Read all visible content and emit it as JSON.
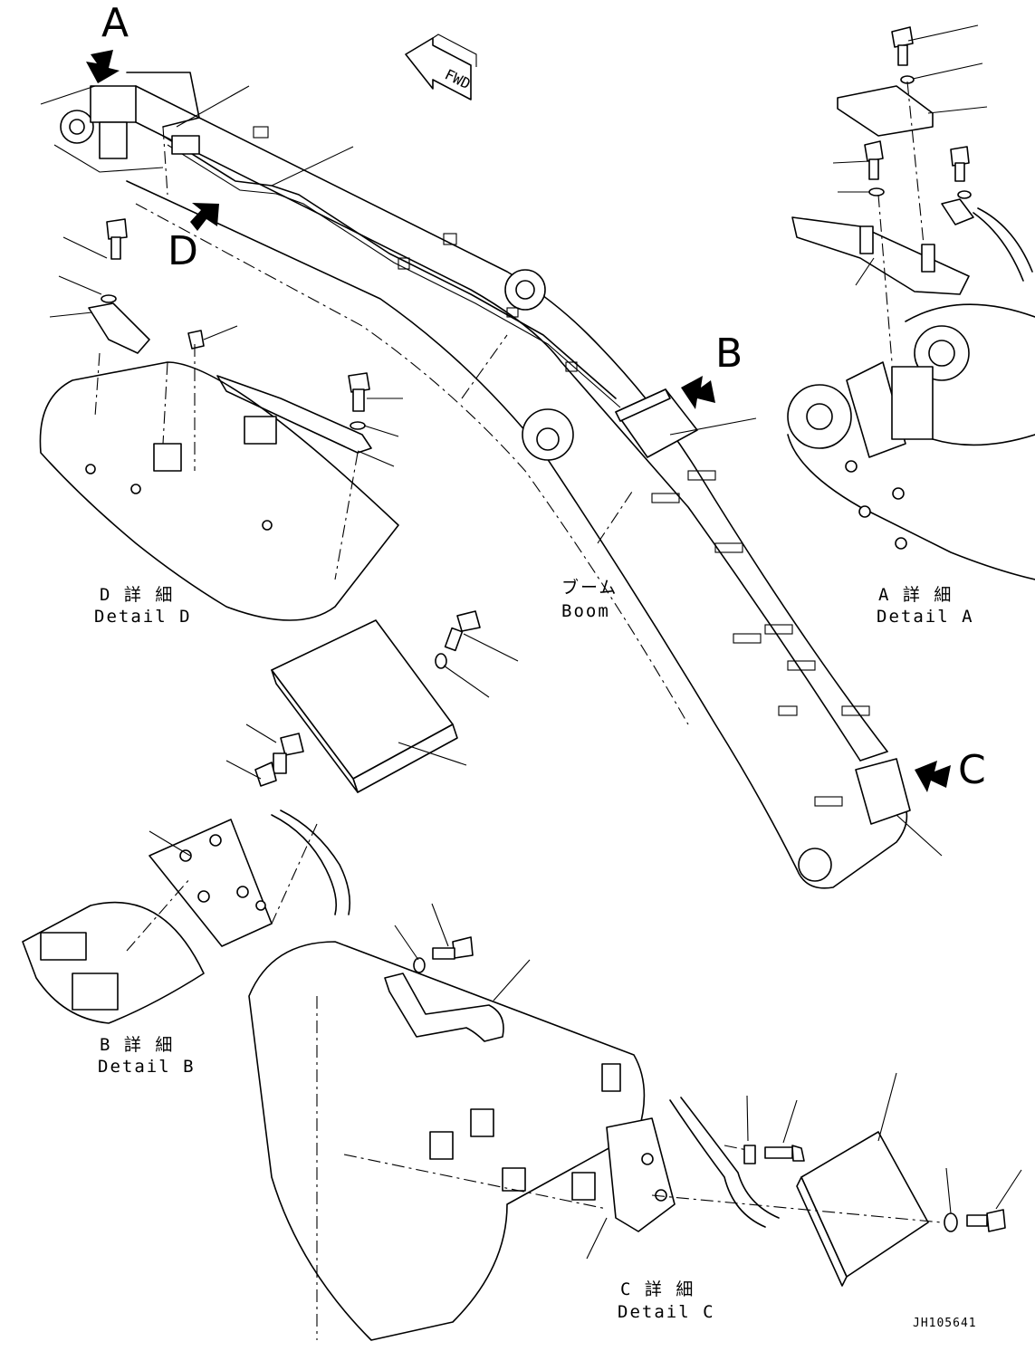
{
  "labels": {
    "view_a": "A",
    "view_b": "B",
    "view_c": "C",
    "view_d": "D",
    "fwd": "FWD",
    "boom_jp": "ブーム",
    "boom_en": "Boom",
    "detail_a_jp": "A 詳 細",
    "detail_a_en": "Detail A",
    "detail_b_jp": "B 詳 細",
    "detail_b_en": "Detail B",
    "detail_c_jp": "C 詳 細",
    "detail_c_en": "Detail C",
    "detail_d_jp": "D 詳 細",
    "detail_d_en": "Detail D",
    "drawing_number": "JH105641"
  }
}
